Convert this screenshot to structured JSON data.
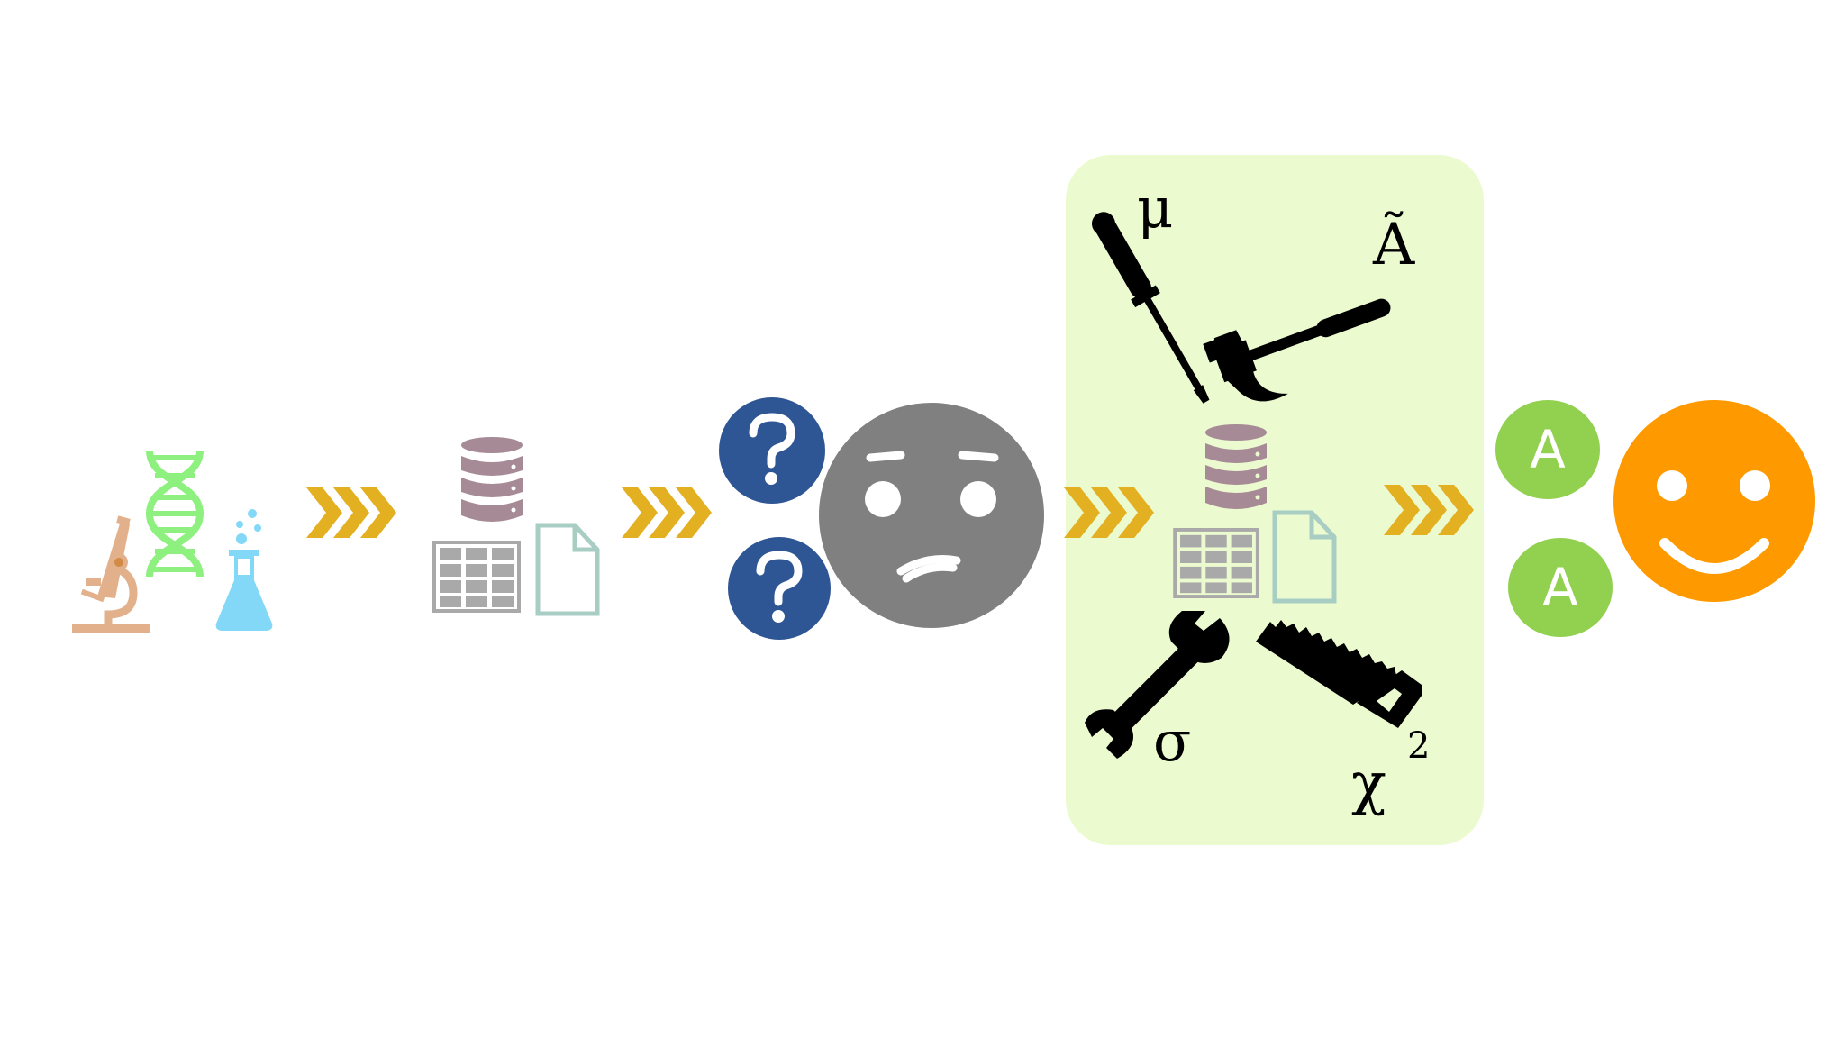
{
  "colors": {
    "background": "#ffffff",
    "microscope": "#e2b18c",
    "dna": "#8ef07e",
    "flask": "#82d8f6",
    "database": "#a68a96",
    "table_grid": "#a9a9a9",
    "document": "#a8cdc3",
    "arrow_gold": "#e3b022",
    "question_circle": "#2f5694",
    "sad_face": "#808080",
    "toolbox_panel": "#ecfad0",
    "tool": "#000000",
    "answer_circle": "#92d050",
    "happy_face": "#ff9900"
  },
  "icons": [
    "microscope-icon",
    "dna-icon",
    "flask-icon",
    "database-icon",
    "table-icon",
    "document-icon",
    "arrow-chevrons-icon",
    "question-mark-icon",
    "sad-face-icon",
    "screwdriver-icon",
    "hammer-icon",
    "wrench-icon",
    "saw-icon",
    "happy-face-icon"
  ],
  "toolbox": {
    "mu": "μ",
    "a_tilde": "Ã",
    "sigma": "σ",
    "chi": "χ",
    "chi_power": "2"
  },
  "answers": {
    "top": "A",
    "bottom": "A"
  },
  "questions": {
    "top": "?",
    "bottom": "?"
  }
}
